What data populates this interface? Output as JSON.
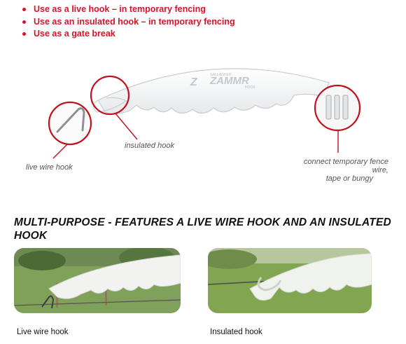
{
  "bullets": [
    "Use as a live hook – in temporary fencing",
    "Use as an insulated hook – in temporary fencing",
    "Use as a gate break"
  ],
  "diagram": {
    "brand_small": "GALLAGHER",
    "brand_logo": "ZAMMR",
    "brand_tag": "HOOK",
    "callout_live": "live wire hook",
    "callout_insulated": "insulated hook",
    "callout_connect_line1": "connect temporary fence wire,",
    "callout_connect_line2": "tape or bungy"
  },
  "heading": "MULTI-PURPOSE  - FEATURES A LIVE WIRE HOOK AND AN INSULATED HOOK",
  "photos": [
    {
      "label": "Live wire hook"
    },
    {
      "label": "Insulated hook"
    }
  ],
  "colors": {
    "accent": "#d4142a",
    "callout_ring": "#c0121d"
  }
}
